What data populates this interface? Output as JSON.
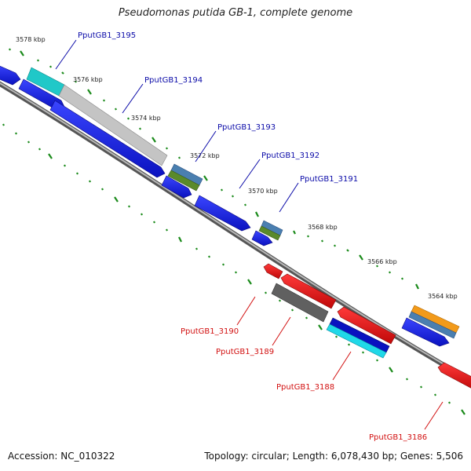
{
  "title": "Pseudomonas putida GB-1, complete genome",
  "accession_text": "Accession: NC_010322",
  "topology_text": "Topology: circular; Length: 6,078,430 bp; Genes: 5,506",
  "kbp_labels": [
    "3578 kbp",
    "3576 kbp",
    "3574 kbp",
    "3572 kbp",
    "3570 kbp",
    "3568 kbp",
    "3566 kbp",
    "3564 kbp"
  ],
  "colors": {
    "forward_gene": "#0b16e0",
    "reverse_gene": "#e81010",
    "forward_label": "#0a0aa8",
    "reverse_label": "#d21010",
    "backbone": "#7a7a7a",
    "tick": "#1a8a1a"
  },
  "forward_genes": [
    {
      "label": "PputGB1_3195",
      "color": "#20c8c8"
    },
    {
      "label": "PputGB1_3194",
      "color": "#c4c4c4"
    },
    {
      "label": "PputGB1_3193",
      "color": "#5a8a2a"
    },
    {
      "label": "PputGB1_3192",
      "color": "#5a8a2a"
    },
    {
      "label": "PputGB1_3191",
      "color": "#4a7fb0"
    }
  ],
  "reverse_genes": [
    {
      "label": "PputGB1_3190",
      "color": "#e81010"
    },
    {
      "label": "PputGB1_3189",
      "color": "#606060"
    },
    {
      "label": "PputGB1_3188",
      "color": "#20c8e8"
    },
    {
      "label": "PputGB1_3186",
      "color": "#e81010"
    }
  ]
}
